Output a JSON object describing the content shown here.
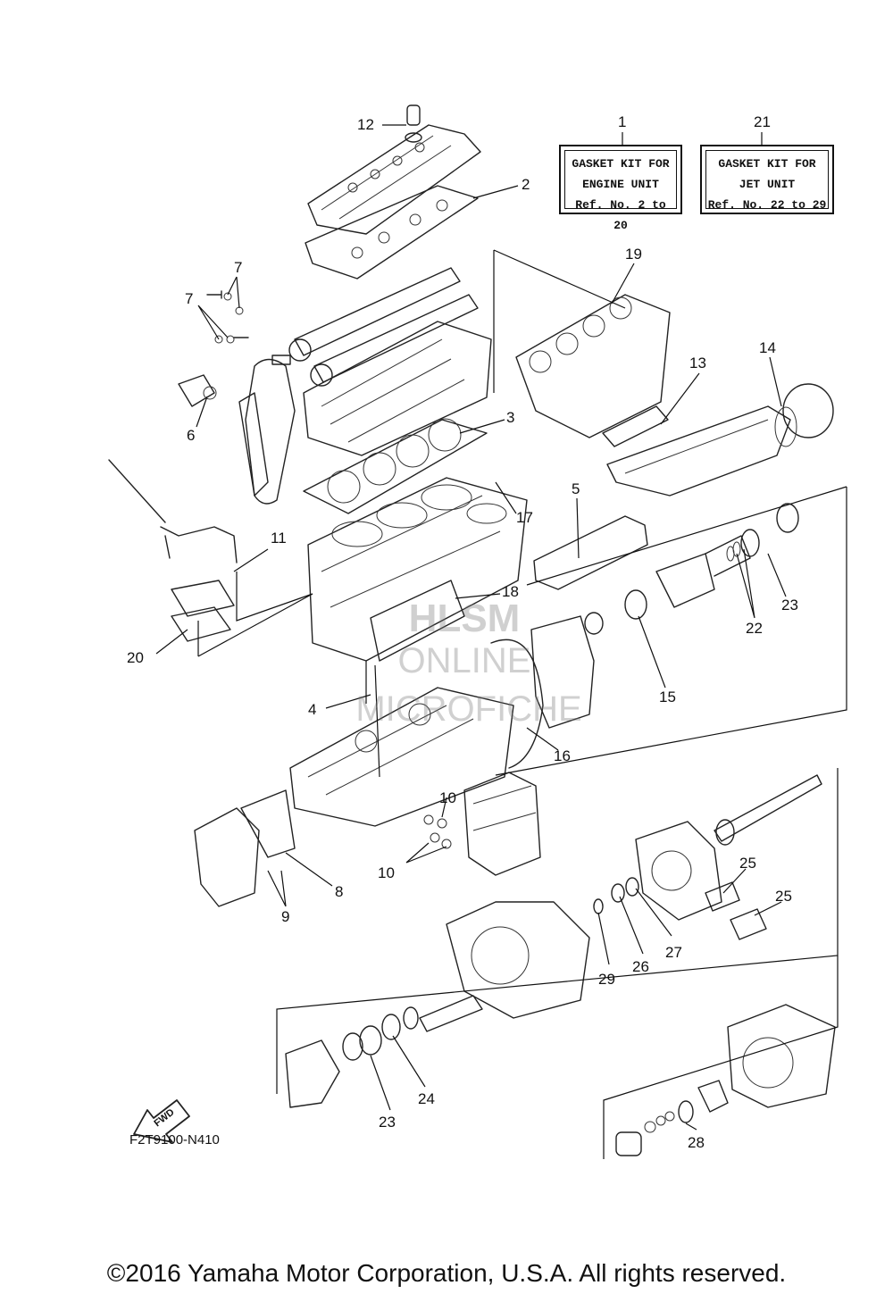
{
  "kits": [
    {
      "ref": "1",
      "line1": "GASKET KIT FOR",
      "line2": "ENGINE UNIT",
      "line3": "Ref. No. 2 to 20"
    },
    {
      "ref": "21",
      "line1": "GASKET KIT FOR",
      "line2": "JET UNIT",
      "line3": "Ref. No. 22 to 29"
    }
  ],
  "callouts": [
    "12",
    "2",
    "19",
    "7",
    "7",
    "6",
    "3",
    "14",
    "13",
    "17",
    "5",
    "11",
    "18",
    "20",
    "4",
    "15",
    "16",
    "23",
    "22",
    "23",
    "10",
    "10",
    "8",
    "9",
    "25",
    "25",
    "27",
    "26",
    "29",
    "24",
    "28"
  ],
  "fwd_label": "FWD",
  "figure_code": "F2T9100-N410",
  "watermark": {
    "line1": "HLSM",
    "line2": "ONLINE",
    "line3": "MICROFICHE"
  },
  "copyright": "©2016 Yamaha Motor Corporation, U.S.A. All rights reserved."
}
